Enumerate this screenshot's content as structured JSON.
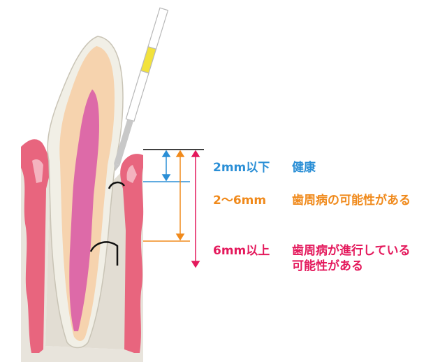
{
  "depths": [
    {
      "range": "2mm以下",
      "meaning": "健康",
      "color": "#2b8fd6"
    },
    {
      "range": "2～6mm",
      "meaning": "歯周病の可能性がある",
      "color": "#f08a1c"
    },
    {
      "range": "6mm以上",
      "meaning_line1": "歯周病が進行している",
      "meaning_line2": "可能性がある",
      "color": "#e4195c"
    }
  ],
  "colors": {
    "gum": "#e8657e",
    "gum_light": "#f4b3bf",
    "bone": "#e8e4dc",
    "enamel": "#f1efe6",
    "dentin": "#f6d3ae",
    "pulp": "#dd6aa8",
    "probe_tip": "#c8c8c8",
    "probe_band": "#f2e23c",
    "reference_line": "#000000"
  },
  "icons": [
    "tooth-cross-section",
    "periodontal-probe"
  ]
}
